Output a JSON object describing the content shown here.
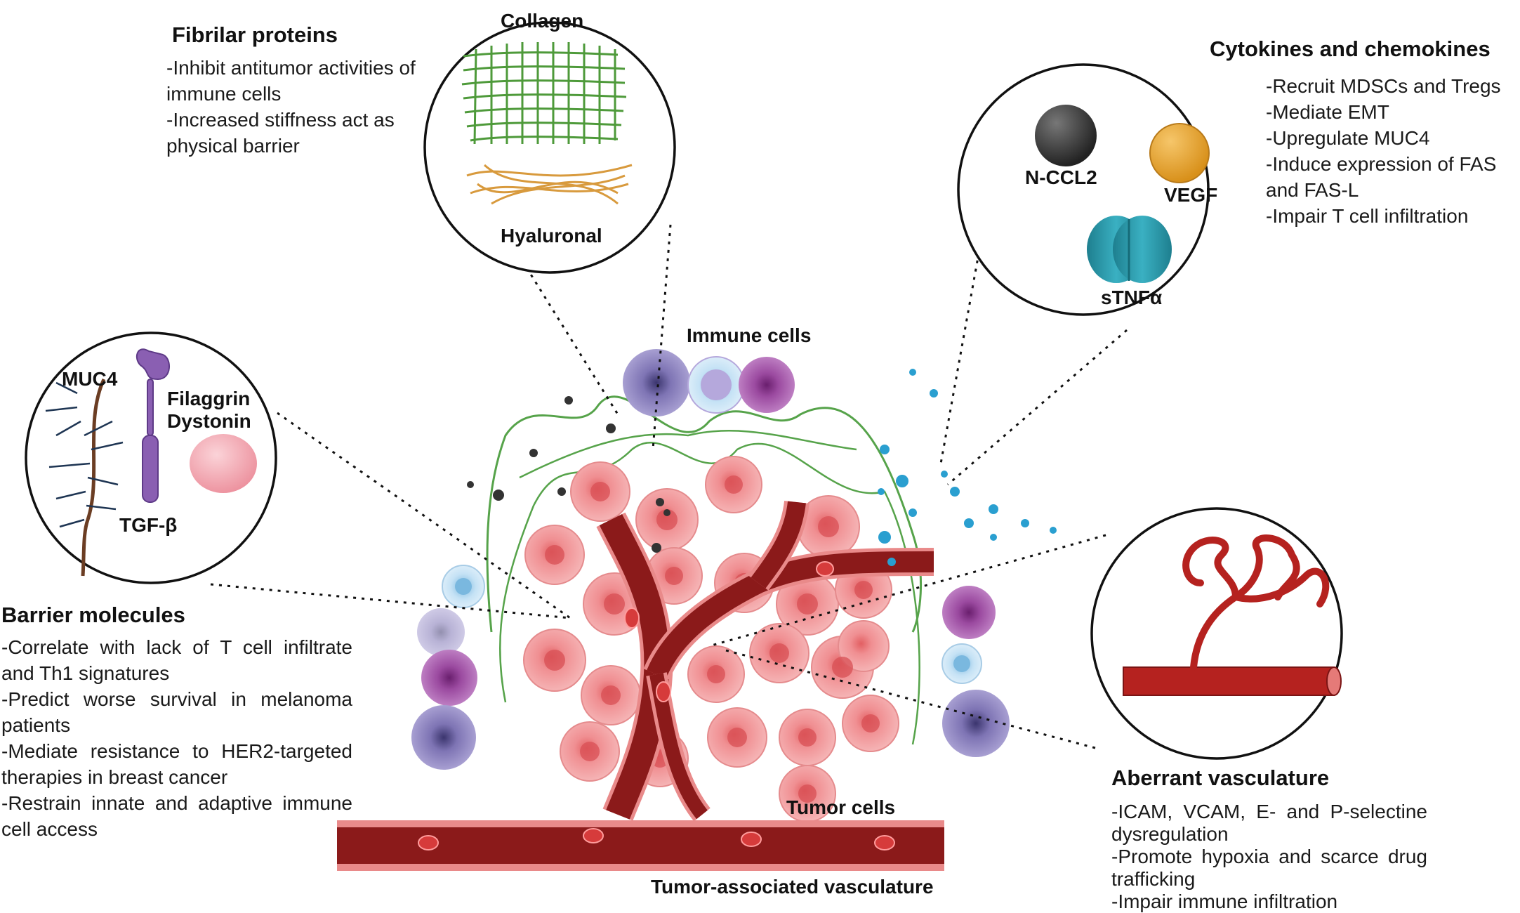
{
  "fibrilar": {
    "title": "Fibrilar proteins",
    "lines": [
      "-Inhibit antitumor activities of immune cells",
      "-Increased stiffness act as physical barrier"
    ],
    "label_top": "Collagen",
    "label_bottom": "Hyaluronal"
  },
  "cytokines": {
    "title": "Cytokines and chemokines",
    "lines": [
      "-Recruit MDSCs and Tregs",
      "-Mediate EMT",
      "-Upregulate MUC4",
      "-Induce expression of FAS and FAS-L",
      "-Impair T cell infiltration"
    ],
    "label_a": "N-CCL2",
    "label_b": "VEGF",
    "label_c": "sTNFα"
  },
  "barrier": {
    "title": "Barrier molecules",
    "lines": [
      "-Correlate with lack of T cell infiltrate and Th1 signatures",
      "-Predict worse survival in melanoma patients",
      "-Mediate resistance to HER2-targeted therapies in breast cancer",
      "-Restrain innate and adaptive immune cell access"
    ],
    "label_muc4": "MUC4",
    "label_filaggrin": "Filaggrin",
    "label_dystonin": "Dystonin",
    "label_tgf": "TGF-β"
  },
  "aberrant": {
    "title": "Aberrant vasculature",
    "lines": [
      "-ICAM, VCAM, E- and P-selectine dysregulation",
      "-Promote hypoxia and scarce drug trafficking",
      "-Impair immune infiltration"
    ]
  },
  "center": {
    "immune_cells": "Immune cells",
    "tumor_cells": "Tumor cells",
    "vasculature": "Tumor-associated vasculature"
  },
  "colors": {
    "vessel_dark": "#8b1a1a",
    "vessel_light": "#e77a7a",
    "tumor_cell": "#f2a8a8",
    "immune_purple": "#7b6bb0",
    "cytokine_blue": "#2a9fd0",
    "collagen_green": "#4e9a3a"
  }
}
